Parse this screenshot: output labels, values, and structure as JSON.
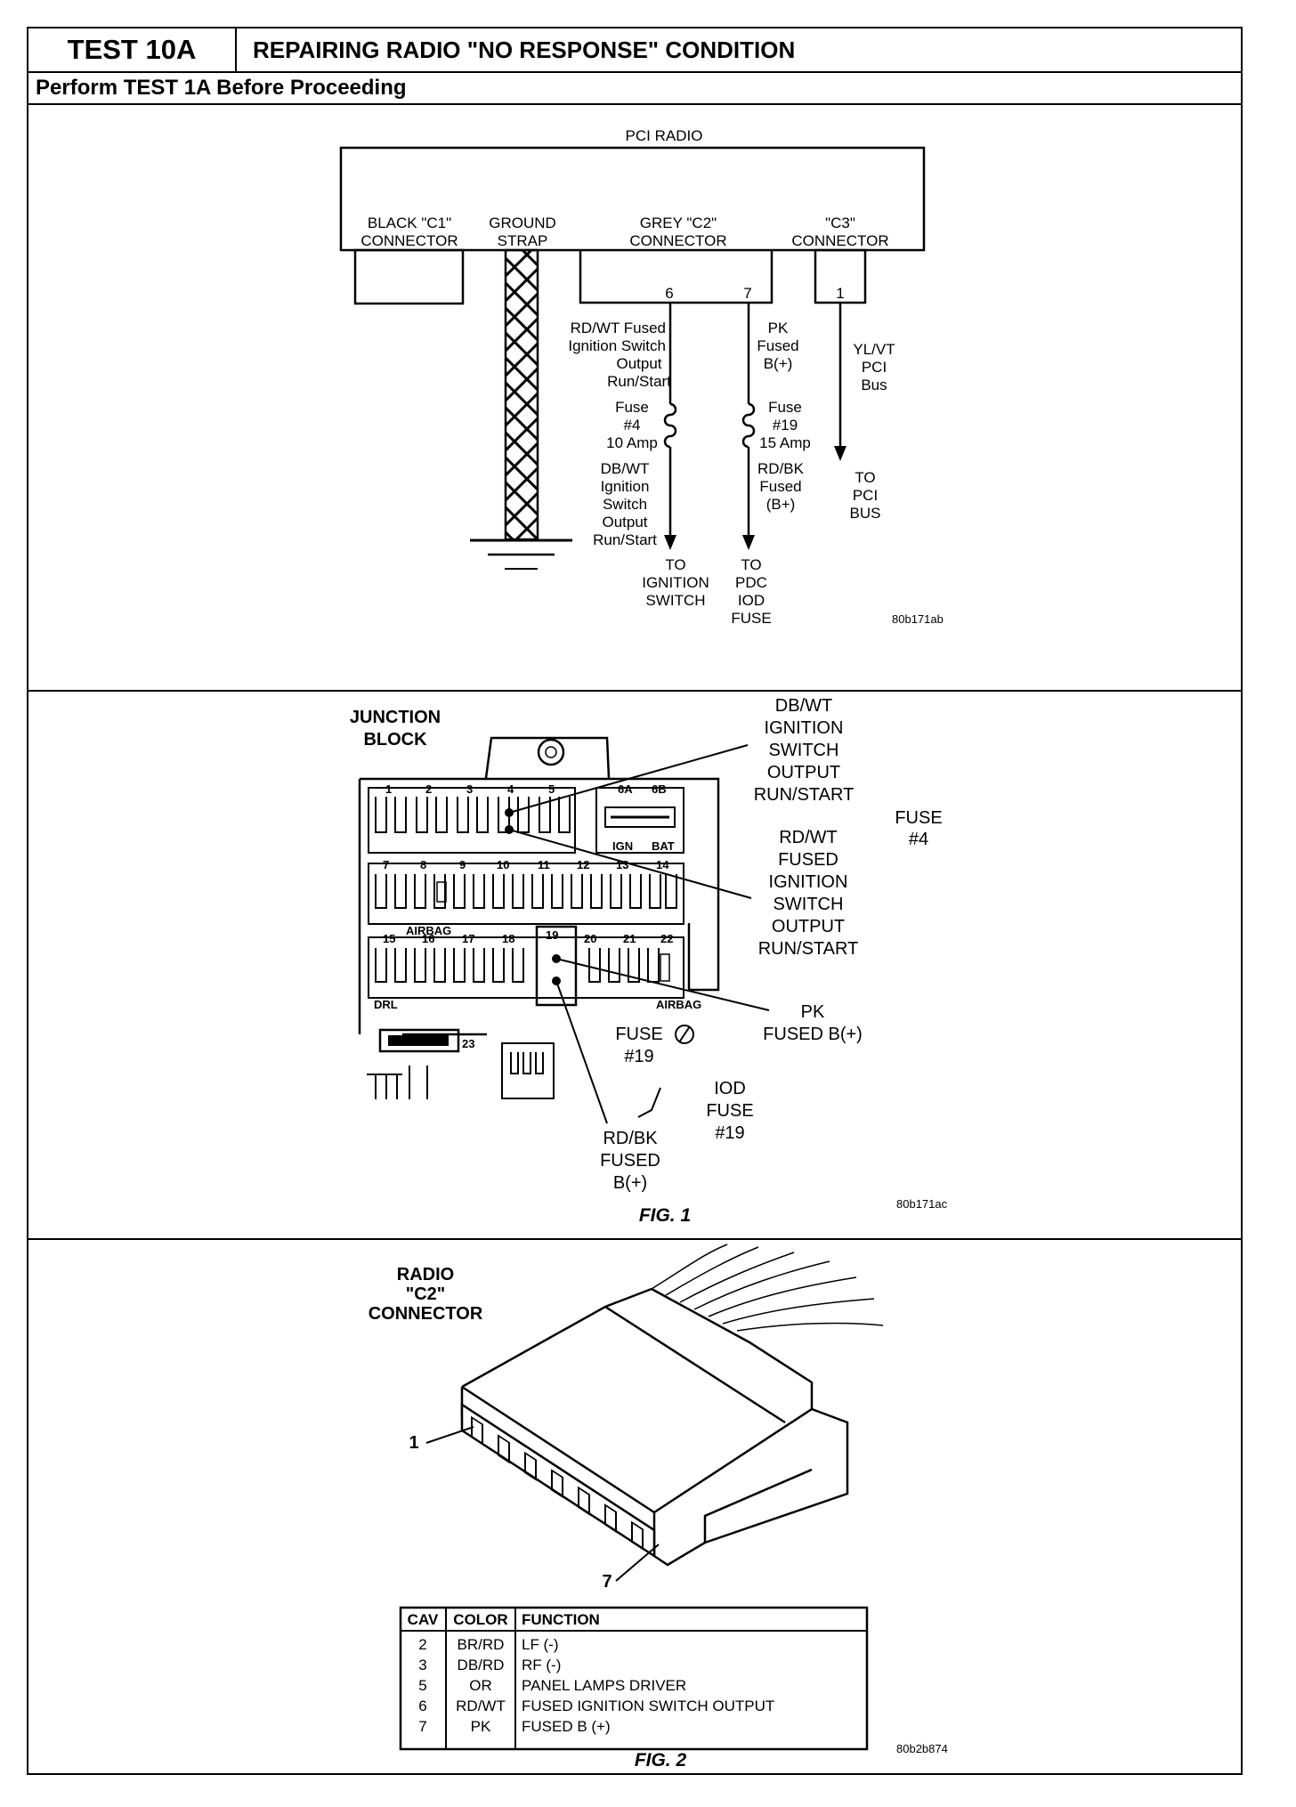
{
  "header": {
    "test_id": "TEST 10A",
    "title": "REPAIRING RADIO \"NO RESPONSE\" CONDITION",
    "prerequisite": "Perform TEST 1A Before Proceeding"
  },
  "schematic": {
    "module": "PCI RADIO",
    "c1": [
      "BLACK \"C1\"",
      "CONNECTOR"
    ],
    "ground": [
      "GROUND",
      "STRAP"
    ],
    "c2": [
      "GREY \"C2\"",
      "CONNECTOR"
    ],
    "c3": [
      "\"C3\"",
      "CONNECTOR"
    ],
    "pin6": "6",
    "pin7": "7",
    "pin1": "1",
    "wire6_top": [
      "RD/WT Fused",
      "Ignition Switch",
      "Output",
      "Run/Start"
    ],
    "fuse4": [
      "Fuse",
      "#4",
      "10 Amp"
    ],
    "wire6_bottom": [
      "DB/WT",
      "Ignition",
      "Switch",
      "Output",
      "Run/Start"
    ],
    "dest6": [
      "TO",
      "IGNITION",
      "SWITCH"
    ],
    "wire7_top": [
      "PK",
      "Fused",
      "B(+)"
    ],
    "fuse19": [
      "Fuse",
      "#19",
      "15 Amp"
    ],
    "wire7_bottom": [
      "RD/BK",
      "Fused",
      "(B+)"
    ],
    "dest7": [
      "TO",
      "PDC",
      "IOD",
      "FUSE"
    ],
    "wire1": [
      "YL/VT",
      "PCI",
      "Bus"
    ],
    "dest1": [
      "TO",
      "PCI",
      "BUS"
    ],
    "code": "80b171ab"
  },
  "junction": {
    "title": [
      "JUNCTION",
      "BLOCK"
    ],
    "row1_numbers": [
      "1",
      "2",
      "3",
      "4",
      "5"
    ],
    "row1_small": [
      "6A",
      "6B"
    ],
    "ign": "IGN",
    "bat": "BAT",
    "row2_numbers": [
      "7",
      "8",
      "9",
      "10",
      "11",
      "12",
      "13",
      "14"
    ],
    "row3_numbers": [
      "15",
      "16",
      "17",
      "18",
      "19",
      "20",
      "21",
      "22"
    ],
    "airbag_left": "AIRBAG",
    "airbag_right": "AIRBAG",
    "drl": "DRL",
    "n23": "23",
    "label_dbwt": [
      "DB/WT",
      "IGNITION",
      "SWITCH",
      "OUTPUT",
      "RUN/START"
    ],
    "label_rdwt": [
      "RD/WT",
      "FUSED",
      "IGNITION",
      "SWITCH",
      "OUTPUT",
      "RUN/START"
    ],
    "fuse4": [
      "FUSE",
      "#4"
    ],
    "pk": [
      "PK",
      "FUSED B(+)"
    ],
    "fuse19": [
      "FUSE",
      "#19"
    ],
    "iod": [
      "IOD",
      "FUSE",
      "#19"
    ],
    "rdbk": [
      "RD/BK",
      "FUSED",
      "B(+)"
    ],
    "caption": "FIG. 1",
    "code": "80b171ac"
  },
  "connector": {
    "title": [
      "RADIO",
      "\"C2\"",
      "CONNECTOR"
    ],
    "pin_first": "1",
    "pin_last": "7",
    "table": {
      "headers": [
        "CAV",
        "COLOR",
        "FUNCTION"
      ],
      "rows": [
        [
          "2",
          "BR/RD",
          "LF (-)"
        ],
        [
          "3",
          "DB/RD",
          "RF (-)"
        ],
        [
          "5",
          "OR",
          "PANEL LAMPS DRIVER"
        ],
        [
          "6",
          "RD/WT",
          "FUSED IGNITION SWITCH OUTPUT"
        ],
        [
          "7",
          "PK",
          "FUSED B (+)"
        ]
      ]
    },
    "caption": "FIG. 2",
    "code": "80b2b874"
  }
}
